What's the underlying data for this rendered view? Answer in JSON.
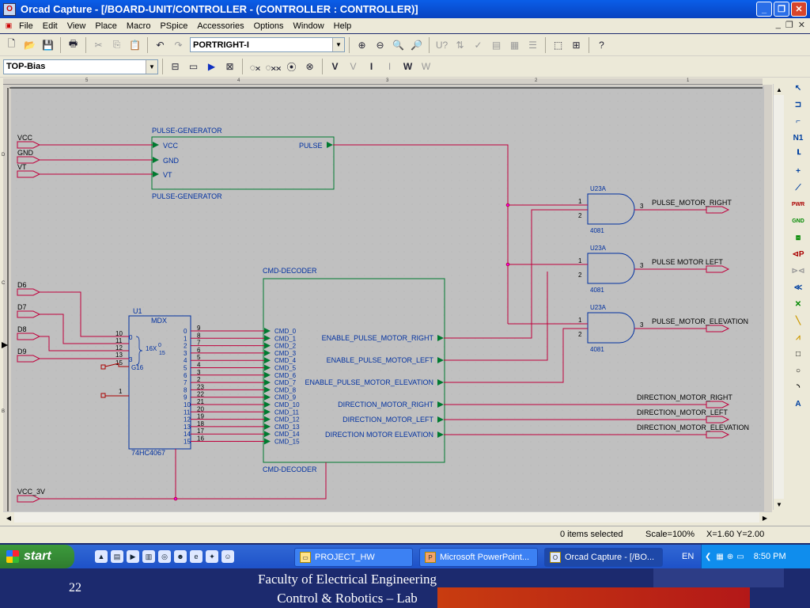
{
  "window": {
    "title": "Orcad Capture - [/BOARD-UNIT/CONTROLLER - (CONTROLLER : CONTROLLER)]"
  },
  "menu": [
    "File",
    "Edit",
    "View",
    "Place",
    "Macro",
    "PSpice",
    "Accessories",
    "Options",
    "Window",
    "Help"
  ],
  "toolbar": {
    "part_combo": "PORTRIGHT-I",
    "net_combo": "TOP-Bias"
  },
  "ruler": {
    "labels": [
      "5",
      "4",
      "3",
      "2",
      "1"
    ],
    "left": [
      "D",
      "C",
      "B"
    ]
  },
  "schematic": {
    "pg_title": "PULSE-GENERATOR",
    "pg_subtitle": "PULSE-GENERATOR",
    "pg_pins": [
      "VCC",
      "GND",
      "VT"
    ],
    "pg_out": "PULSE",
    "in_ports": [
      "VCC",
      "GND",
      "VT"
    ],
    "d_ports": [
      "D6",
      "D7",
      "D8",
      "D9"
    ],
    "vcc3": "VCC_3V",
    "mux": {
      "ref": "U1",
      "name": "MDX",
      "part": "74HC4067",
      "sel": "16X",
      "sel_range_hi": "0",
      "sel_range_lo": "15",
      "g": "G16",
      "in_pins": [
        "10",
        "11",
        "12",
        "13",
        "15"
      ],
      "sel_bits": [
        "0",
        "3"
      ],
      "one": "1",
      "out_pins": [
        "0",
        "1",
        "2",
        "3",
        "4",
        "5",
        "6",
        "7",
        "8",
        "9",
        "10",
        "11",
        "12",
        "13",
        "14",
        "15"
      ],
      "ext_pins": [
        "9",
        "8",
        "7",
        "6",
        "5",
        "4",
        "3",
        "2",
        "23",
        "22",
        "21",
        "20",
        "19",
        "18",
        "17",
        "16"
      ]
    },
    "dec_title": "CMD-DECODER",
    "dec_subtitle": "CMD-DECODER",
    "cmd_pins": [
      "CMD_0",
      "CMD_1",
      "CMD_2",
      "CMD_3",
      "CMD_4",
      "CMD_5",
      "CMD_6",
      "CMD_7",
      "CMD_8",
      "CMD_9",
      "CMD_10",
      "CMD_11",
      "CMD_12",
      "CMD_13",
      "CMD_14",
      "CMD_15"
    ],
    "dec_outs": [
      "ENABLE_PULSE_MOTOR_RIGHT",
      "ENABLE_PULSE_MOTOR_LEFT",
      "ENABLE_PULSE_MOTOR_ELEVATION",
      "DIRECTION_MOTOR_RIGHT",
      "DIRECTION_MOTOR_LEFT",
      "DIRECTION MOTOR ELEVATION"
    ],
    "gates": [
      {
        "ref": "U23A",
        "part": "4081",
        "out": "PULSE_MOTOR_RIGHT"
      },
      {
        "ref": "U23A",
        "part": "4081",
        "out": "PULSE MOTOR LEFT"
      },
      {
        "ref": "U23A",
        "part": "4081",
        "out": "PULSE_MOTOR_ELEVATION"
      }
    ],
    "gate_pins": [
      "1",
      "2",
      "3"
    ],
    "dir_ports": [
      "DIRECTION_MOTOR_RIGHT",
      "DIRECTION_MOTOR_LEFT",
      "DIRECTION_MOTOR_ELEVATION"
    ]
  },
  "status": {
    "selected": "0 items selected",
    "scale": "Scale=100%",
    "coords": "X=1.60  Y=2.00"
  },
  "taskbar": {
    "start": "start",
    "tasks": [
      "PROJECT_HW",
      "Microsoft PowerPoint...",
      "Orcad Capture - [/BO..."
    ],
    "lang": "EN",
    "time": "8:50 PM"
  },
  "slide": {
    "number": "22",
    "line1": "Faculty of Electrical Engineering",
    "line2": "Control & Robotics – Lab"
  },
  "colors": {
    "wire": "#c0003c",
    "blue": "#0030a0",
    "green": "#007a30",
    "grid": "#c8c8c8"
  }
}
